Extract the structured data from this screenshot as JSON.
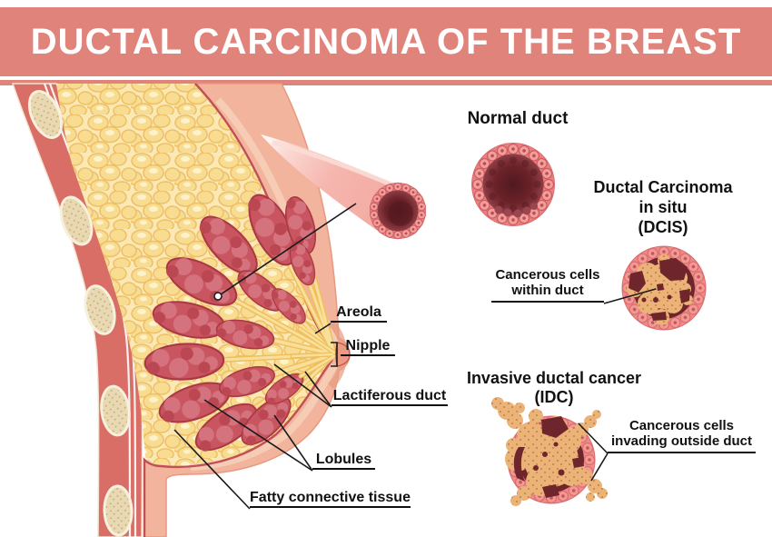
{
  "header": {
    "title": "DUCTAL CARCINOMA OF THE BREAST"
  },
  "breast_labels": {
    "areola": "Areola",
    "nipple": "Nipple",
    "lactiferous_duct": "Lactiferous duct",
    "lobules": "Lobules",
    "fatty_connective_tissue": "Fatty connective tissue"
  },
  "normal_duct": {
    "title": "Normal duct"
  },
  "dcis": {
    "title_lines": [
      "Ductal Carcinoma",
      "in situ",
      "(DCIS)"
    ],
    "callout_lines": [
      "Cancerous cells",
      "within duct"
    ]
  },
  "idc": {
    "title_lines": [
      "Invasive ductal cancer",
      "(IDC)"
    ],
    "callout_lines": [
      "Cancerous cells",
      "invading outside duct"
    ]
  },
  "colors": {
    "banner": "#E0837B",
    "title_text": "#FFFFFF",
    "label_text": "#111111",
    "skin": "#F2B49C",
    "muscle": "#D96E66",
    "rib": "#E9D9B3",
    "fat": "#FBE8B4",
    "lobule": "#C95560",
    "duct_yellow": "#F9E09A",
    "duct_wall": "#E8817D",
    "duct_lumen": "#6B2228",
    "cancer_mass": "#EBB377"
  }
}
